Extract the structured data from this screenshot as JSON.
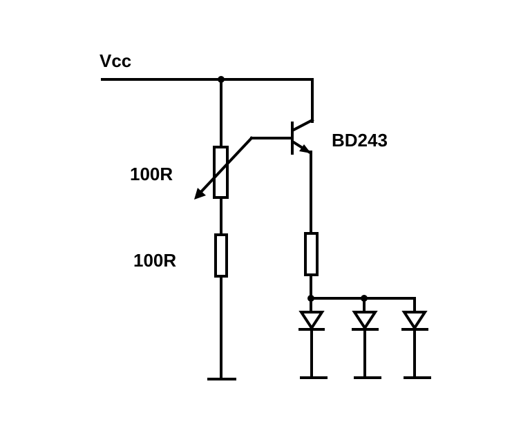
{
  "labels": {
    "supply": "Vcc",
    "transistor": "BD243",
    "potentiometer": "100R",
    "resistor": "100R"
  },
  "colors": {
    "ink": "#000000",
    "background": "#ffffff"
  }
}
